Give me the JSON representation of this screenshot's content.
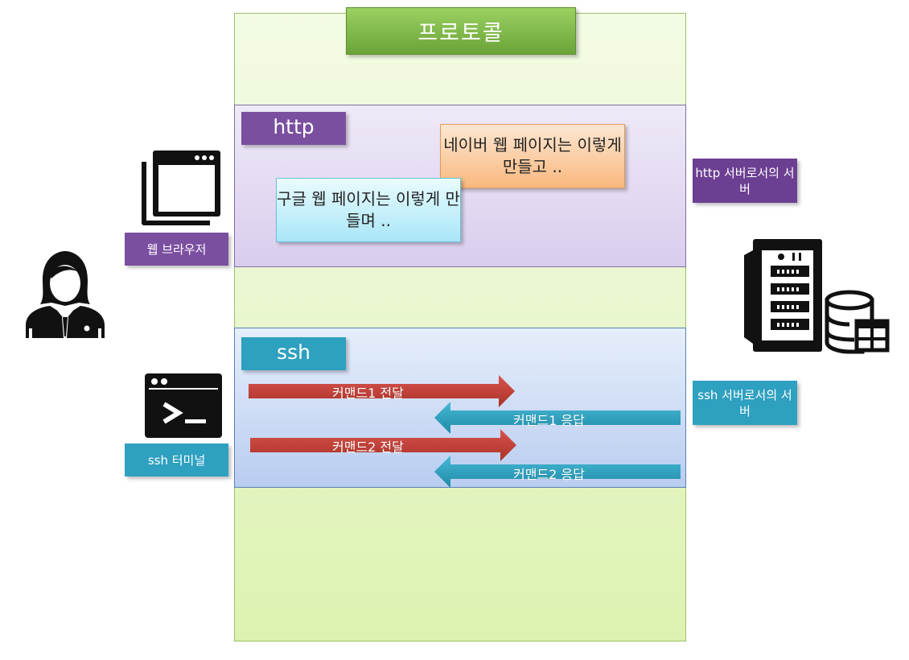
{
  "protocol": {
    "title": "프로토콜"
  },
  "http": {
    "tag": "http",
    "naver_note": "네이버 웹 페이지는 이렇게 만들고 ..",
    "google_note": "구글 웹 페이지는 이렇게 만들며 ..",
    "server_label": "http 서버로서의 서버"
  },
  "ssh": {
    "tag": "ssh",
    "server_label": "ssh 서버로서의 서버",
    "arrows": [
      {
        "text": "커맨드1 전달",
        "direction": "right"
      },
      {
        "text": "커맨드1 응답",
        "direction": "left"
      },
      {
        "text": "커맨드2 전달",
        "direction": "right"
      },
      {
        "text": "커맨드2 응답",
        "direction": "left"
      }
    ]
  },
  "client": {
    "browser_label": "웹 브라우저",
    "terminal_label": "ssh 터미널"
  },
  "icons": {
    "user": "user-icon",
    "browser": "browser-window-icon",
    "terminal": "terminal-icon",
    "server": "server-database-icon"
  },
  "colors": {
    "protocol_green": "#7ab648",
    "http_purple": "#7b4fa0",
    "ssh_teal": "#2ea0c0",
    "request_red": "#c0392b",
    "response_teal": "#2aa1bd"
  }
}
